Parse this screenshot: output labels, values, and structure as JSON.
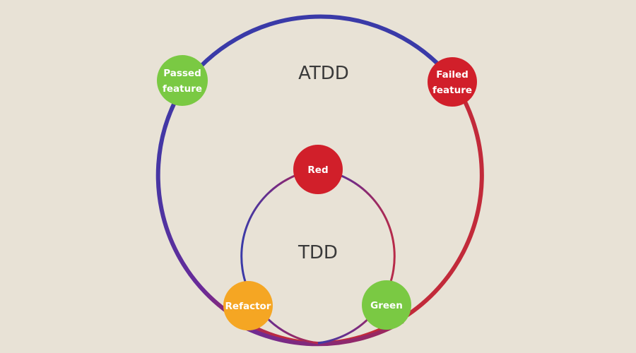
{
  "diagram": {
    "background_color": "#e8e2d6",
    "outer_cycle": {
      "label": "ATDD",
      "gradient": {
        "start": "#3a3aa8",
        "mid": "#6a2a98",
        "end": "#c22a3a"
      },
      "nodes": [
        {
          "id": "passed-feature",
          "lines": [
            "Passed",
            "feature"
          ],
          "color": "#7ac943"
        },
        {
          "id": "failed-feature",
          "lines": [
            "Failed",
            "feature"
          ],
          "color": "#d11f2a"
        }
      ]
    },
    "inner_cycle": {
      "label": "TDD",
      "gradient": {
        "start": "#3a3aa8",
        "mid": "#7a2a80",
        "end": "#b82a48"
      },
      "nodes": [
        {
          "id": "red",
          "lines": [
            "Red"
          ],
          "color": "#d11f2a"
        },
        {
          "id": "green",
          "lines": [
            "Green"
          ],
          "color": "#7ac943"
        },
        {
          "id": "refactor",
          "lines": [
            "Refactor"
          ],
          "color": "#f5a623"
        }
      ]
    }
  }
}
